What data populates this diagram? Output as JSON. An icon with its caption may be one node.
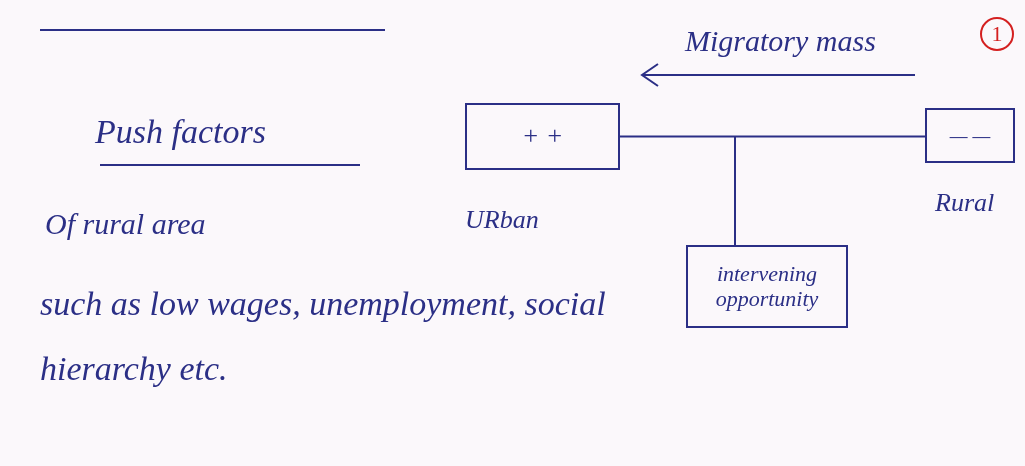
{
  "diagram": {
    "nodes": [
      {
        "text": [
          "+ +"
        ],
        "beside": [
          "URban"
        ]
      },
      {
        "text": [
          "— —"
        ],
        "beside": [
          "Rural"
        ]
      },
      {
        "text": [
          "intervening opportunity"
        ]
      }
    ],
    "edges": [
      {
        "from": 0,
        "to": 1,
        "arrow": "none"
      },
      {
        "from": null,
        "to": 2,
        "arrow": "none"
      }
    ],
    "labels": [
      "Migratory mass",
      "1",
      "Push factors",
      "Of rural area",
      "such as low wages, unemployment, social hierarchy etc."
    ]
  }
}
